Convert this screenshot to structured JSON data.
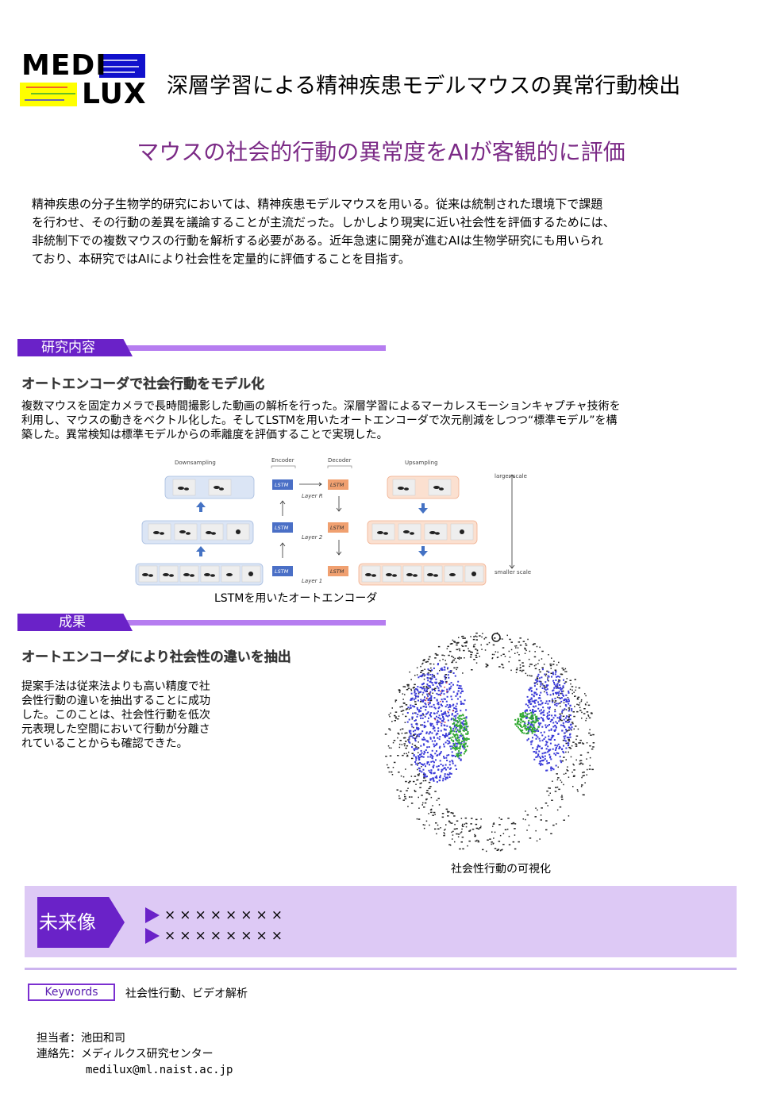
{
  "header": {
    "logo_line1": "MEDI",
    "logo_line2": "LUX",
    "title": "深層学習による精神疾患モデルマウスの異常行動検出"
  },
  "subtitle": "マウスの社会的行動の異常度をAIが客観的に評価",
  "intro": [
    "精神疾患の分子生物学的研究においては、精神疾患モデルマウスを用いる。従来は統制された環境下で課題",
    "を行わせ、その行動の差異を議論することが主流だった。しかしより現実に近い社会性を評価するためには、",
    "非統制下での複数マウスの行動を解析する必要がある。近年急速に開発が進むAIは生物学研究にも用いられ",
    "ており、本研究ではAIにより社会性を定量的に評価することを目指す。"
  ],
  "section1": {
    "label": "研究内容",
    "heading": "オートエンコーダで社会行動をモデル化",
    "body": [
      "複数マウスを固定カメラで長時間撮影した動画の解析を行った。深層学習によるマーカレスモーションキャプチャ技術を",
      "利用し、マウスの動きをベクトル化した。そしてLSTMを用いたオートエンコーダで次元削減をしつつ“標準モデル”を構",
      "築した。異常検知は標準モデルからの乖離度を評価することで実現した。"
    ],
    "diagram": {
      "downsampling": "Downsampling",
      "encoder": "Encoder",
      "decoder": "Decoder",
      "upsampling": "Upsampling",
      "lstm": "LSTM",
      "layer_r": "Layer R",
      "layer_2": "Layer 2",
      "layer_1": "Layer 1",
      "larger_scale": "larger scale",
      "smaller_scale": "smaller scale"
    },
    "caption": "LSTMを用いたオートエンコーダ"
  },
  "section2": {
    "label": "成果",
    "heading": "オートエンコーダにより社会性の違いを抽出",
    "body": [
      "提案手法は従来法よりも高い精度で社",
      "会性行動の違いを抽出することに成功",
      "した。このことは、社会性行動を低次",
      "元表現した空間において行動が分離さ",
      "れていることからも確認できた。"
    ],
    "caption": "社会性行動の可視化"
  },
  "future": {
    "label": "未来像",
    "items": [
      "××××××××",
      "××××××××"
    ]
  },
  "keywords": {
    "label": "Keywords",
    "text": "社会性行動、ビデオ解析"
  },
  "contact": {
    "person": "担当者：池田和司",
    "office": "連絡先：メディルクス研究センター",
    "email": "medilux@ml.naist.ac.jp"
  },
  "colors": {
    "accent": "#6a22c8",
    "accent_light": "#b67df0",
    "subtitle": "#7b2a86",
    "future_bg": "#ddc9f5",
    "encoder_box": "#4a6fc6",
    "decoder_box": "#f0a070"
  }
}
